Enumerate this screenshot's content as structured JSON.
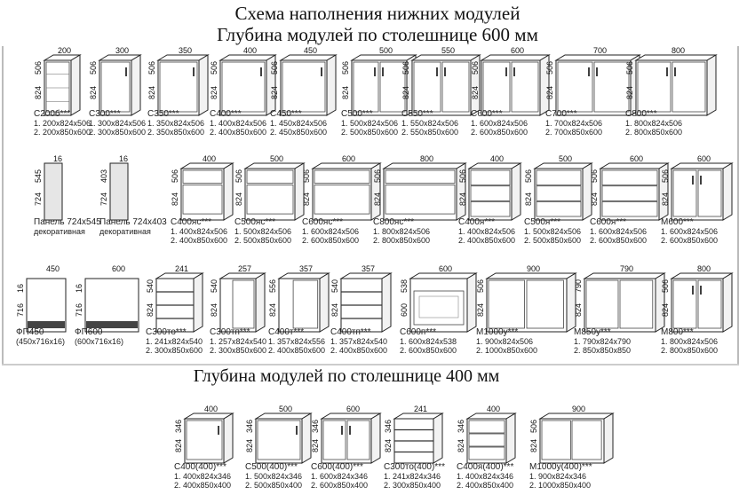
{
  "title1": "Схема наполнения нижних модулей",
  "title2": "Глубина модулей по столешнице 600 мм",
  "title3": "Глубина модулей по столешнице 400 мм",
  "rows": [
    {
      "items": [
        {
          "name": "С200б***",
          "l1": "1. 200х824х506",
          "l2": "2. 200х850х600",
          "w": "200",
          "d": "506",
          "h": "824"
        },
        {
          "name": "С300***",
          "l1": "1. 300х824х506",
          "l2": "2. 300х850х600",
          "w": "300",
          "d": "506",
          "h": "824"
        },
        {
          "name": "С350***",
          "l1": "1. 350х824х506",
          "l2": "2. 350х850х600",
          "w": "350",
          "d": "506",
          "h": "824"
        },
        {
          "name": "С400***",
          "l1": "1. 400х824х506",
          "l2": "2. 400х850х600",
          "w": "400",
          "d": "506",
          "h": "824"
        },
        {
          "name": "С450***",
          "l1": "1. 450х824х506",
          "l2": "2. 450х850х600",
          "w": "450",
          "d": "506",
          "h": "824"
        },
        {
          "name": "С500***",
          "l1": "1. 500х824х506",
          "l2": "2. 500х850х600",
          "w": "500",
          "d": "506",
          "h": "824"
        },
        {
          "name": "С550***",
          "l1": "1. 550х824х506",
          "l2": "2. 550х850х600",
          "w": "550",
          "d": "506",
          "h": "824"
        },
        {
          "name": "С600***",
          "l1": "1. 600х824х506",
          "l2": "2. 600х850х600",
          "w": "600",
          "d": "506",
          "h": "824"
        },
        {
          "name": "С700***",
          "l1": "1. 700х824х506",
          "l2": "2. 700х850х600",
          "w": "700",
          "d": "506",
          "h": "824"
        },
        {
          "name": "С800***",
          "l1": "1. 800х824х506",
          "l2": "2. 800х850х600",
          "w": "800",
          "d": "506",
          "h": "824"
        }
      ]
    },
    {
      "items": [
        {
          "name": "Панель 724х545",
          "l1": "декоративная",
          "l2": "",
          "w": "16",
          "d": "545",
          "h": "724"
        },
        {
          "name": "Панель 724х403",
          "l1": "декоративная",
          "l2": "",
          "w": "16",
          "d": "403",
          "h": "724"
        },
        {
          "name": "С400яс***",
          "l1": "1. 400х824х506",
          "l2": "2. 400х850х600",
          "w": "400",
          "d": "506",
          "h": "824"
        },
        {
          "name": "С500яс***",
          "l1": "1. 500х824х506",
          "l2": "2. 500х850х600",
          "w": "500",
          "d": "506",
          "h": "824"
        },
        {
          "name": "С600яс***",
          "l1": "1. 600х824х506",
          "l2": "2. 600х850х600",
          "w": "600",
          "d": "506",
          "h": "824"
        },
        {
          "name": "С800яс***",
          "l1": "1. 800х824х506",
          "l2": "2. 800х850х600",
          "w": "800",
          "d": "506",
          "h": "824"
        },
        {
          "name": "С400я***",
          "l1": "1. 400х824х506",
          "l2": "2. 400х850х600",
          "w": "400",
          "d": "506",
          "h": "824"
        },
        {
          "name": "С500я***",
          "l1": "1. 500х824х506",
          "l2": "2. 500х850х600",
          "w": "500",
          "d": "506",
          "h": "824"
        },
        {
          "name": "С600я***",
          "l1": "1. 600х824х506",
          "l2": "2. 600х850х600",
          "w": "600",
          "d": "506",
          "h": "824"
        },
        {
          "name": "М600***",
          "l1": "1. 600х824х506",
          "l2": "2. 600х850х600",
          "w": "600",
          "d": "506",
          "h": "824"
        }
      ]
    },
    {
      "items": [
        {
          "name": "ФП450",
          "l1": "(450х716х16)",
          "l2": "",
          "w": "450",
          "d": "16",
          "h": "716",
          "h2": "80"
        },
        {
          "name": "ФП600",
          "l1": "(600х716х16)",
          "l2": "",
          "w": "600",
          "d": "16",
          "h": "716",
          "h2": "80"
        },
        {
          "name": "С300то***",
          "l1": "1. 241х824х540",
          "l2": "2. 300х850х600",
          "w": "241",
          "d": "540",
          "h": "824"
        },
        {
          "name": "С300тп***",
          "l1": "1. 257х824х540",
          "l2": "2. 300х850х600",
          "w": "257",
          "d": "540",
          "h": "824"
        },
        {
          "name": "С400т***",
          "l1": "1. 357х824х556",
          "l2": "2. 400х850х600",
          "w": "357",
          "d": "556",
          "h": "824"
        },
        {
          "name": "С400тп***",
          "l1": "1. 357х824х540",
          "l2": "2. 400х850х600",
          "w": "357",
          "d": "540",
          "h": "824"
        },
        {
          "name": "С600п***",
          "l1": "1. 600х824х538",
          "l2": "2. 600х850х600",
          "w": "600",
          "d": "538",
          "h": "600"
        },
        {
          "name": "М1000у***",
          "l1": "1. 900х824х506",
          "l2": "2. 1000х850х600",
          "w": "900",
          "d": "506",
          "h": "824"
        },
        {
          "name": "М850у***",
          "l1": "1. 790х824х790",
          "l2": "2. 850х850х850",
          "w": "790",
          "d": "790",
          "h": "824"
        },
        {
          "name": "М800***",
          "l1": "1. 800х824х506",
          "l2": "2. 800х850х600",
          "w": "800",
          "d": "506",
          "h": "824"
        }
      ]
    },
    {
      "items": [
        {
          "name": "С400(400)***",
          "l1": "1. 400х824х346",
          "l2": "2. 400х850х400",
          "w": "400",
          "d": "346",
          "h": "824"
        },
        {
          "name": "С500(400)***",
          "l1": "1. 500х824х346",
          "l2": "2. 500х850х400",
          "w": "500",
          "d": "346",
          "h": "824"
        },
        {
          "name": "С600(400)***",
          "l1": "1. 600х824х346",
          "l2": "2. 600х850х400",
          "w": "600",
          "d": "346",
          "h": "824"
        },
        {
          "name": "С300то(400)***",
          "l1": "1. 241х824х346",
          "l2": "2. 300х850х400",
          "w": "241",
          "d": "346",
          "h": "824"
        },
        {
          "name": "С400я(400)***",
          "l1": "1. 400х824х346",
          "l2": "2. 400х850х400",
          "w": "400",
          "d": "346",
          "h": "824"
        },
        {
          "name": "М1000у(400)***",
          "l1": "1. 900х824х346",
          "l2": "2. 1000х850х400",
          "w": "900",
          "d": "506",
          "h": "824"
        }
      ]
    }
  ]
}
